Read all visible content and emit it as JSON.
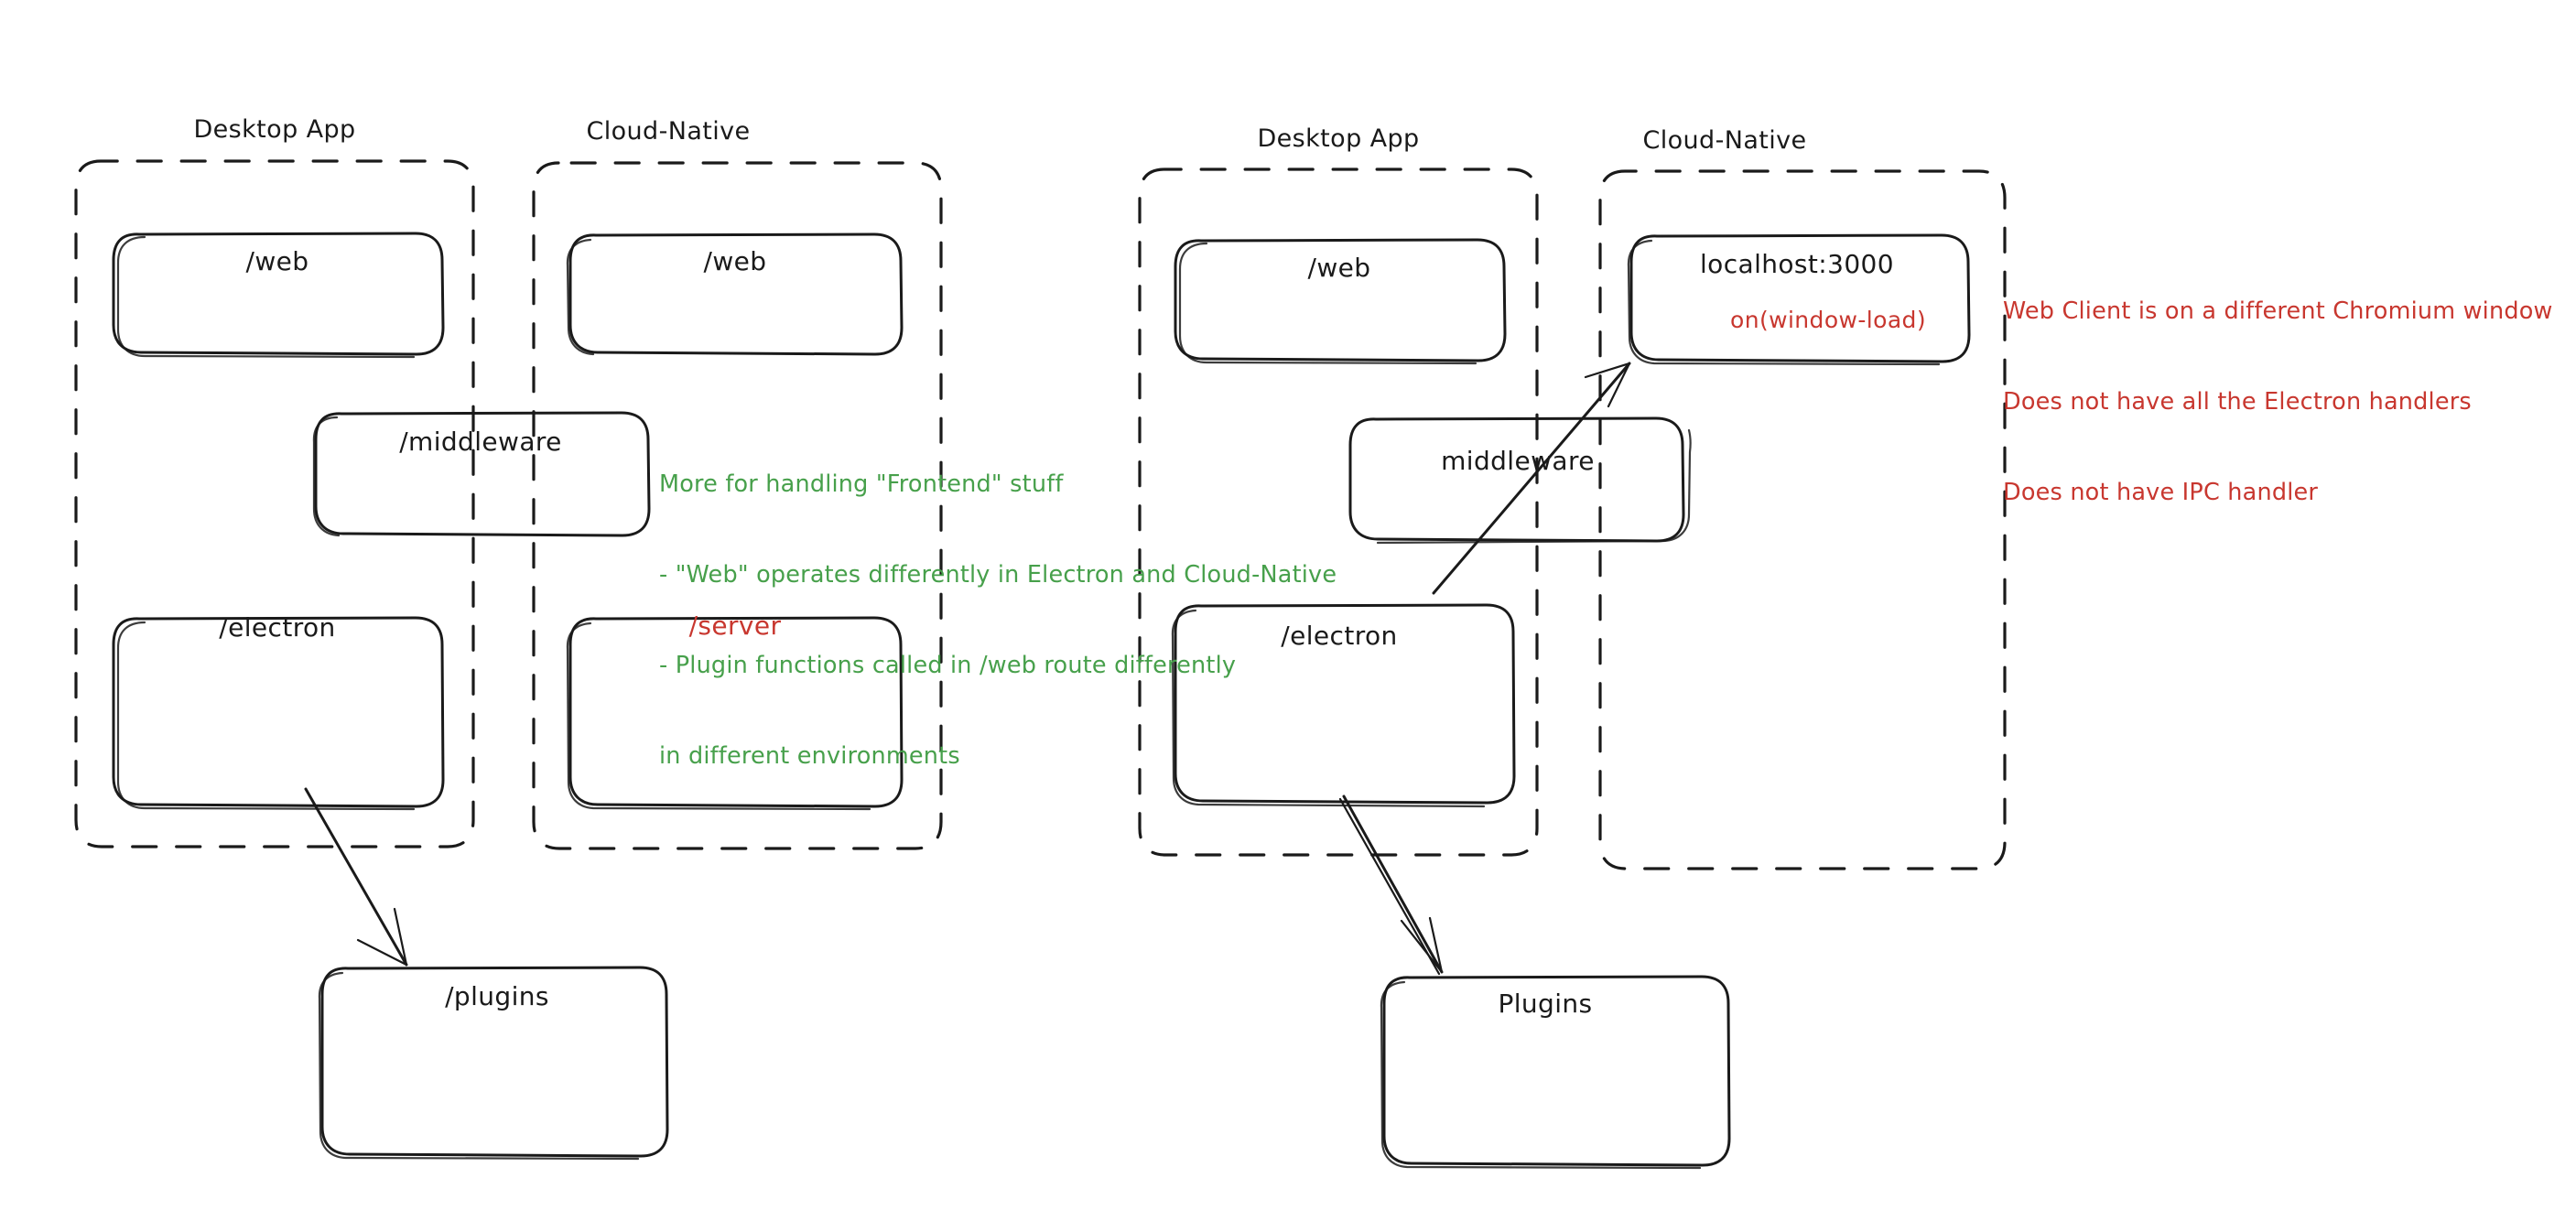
{
  "diagram": {
    "title_hint": "hand-drawn architecture comparison sketch",
    "colors": {
      "stroke": "#1a1a1a",
      "green": "#47a04b",
      "red": "#c8372f",
      "background": "#ffffff"
    },
    "panels": [
      {
        "id": "left-panel",
        "groups": [
          {
            "id": "left-desktop-app",
            "title": "Desktop App",
            "boxes": [
              {
                "id": "left-desktop-web",
                "label": "/web",
                "color": "black"
              },
              {
                "id": "left-desktop-electron",
                "label": "/electron",
                "color": "black"
              }
            ]
          },
          {
            "id": "left-cloud-native",
            "title": "Cloud-Native",
            "boxes": [
              {
                "id": "left-cloud-web",
                "label": "/web",
                "color": "black"
              },
              {
                "id": "left-cloud-server",
                "label": "/server",
                "color": "red"
              }
            ]
          }
        ],
        "straddling_boxes": [
          {
            "id": "left-middleware",
            "label": "/middleware",
            "color": "black"
          }
        ],
        "outside_boxes": [
          {
            "id": "left-plugins",
            "label": "/plugins",
            "color": "black"
          }
        ],
        "arrows": [
          {
            "id": "left-electron-to-plugins",
            "from": "/electron",
            "to": "/plugins"
          }
        ]
      },
      {
        "id": "right-panel",
        "groups": [
          {
            "id": "right-desktop-app",
            "title": "Desktop App",
            "boxes": [
              {
                "id": "right-desktop-web",
                "label": "/web",
                "color": "black"
              },
              {
                "id": "right-desktop-electron",
                "label": "/electron",
                "color": "black"
              }
            ]
          },
          {
            "id": "right-cloud-native",
            "title": "Cloud-Native",
            "boxes": [
              {
                "id": "right-localhost",
                "label": "localhost:3000",
                "sublabel": "on(window-load)",
                "color": "black",
                "sublabel_color": "red"
              }
            ]
          }
        ],
        "straddling_boxes": [
          {
            "id": "right-middleware",
            "label": "middleware",
            "color": "black"
          }
        ],
        "outside_boxes": [
          {
            "id": "right-plugins",
            "label": "Plugins",
            "color": "black"
          }
        ],
        "arrows": [
          {
            "id": "right-electron-to-plugins",
            "from": "/electron",
            "to": "Plugins"
          },
          {
            "id": "right-electron-to-localhost",
            "from": "/electron",
            "to": "localhost:3000"
          }
        ]
      }
    ],
    "annotations": [
      {
        "id": "green-note",
        "color": "green",
        "lines": [
          "More for handling \"Frontend\" stuff",
          "- \"Web\" operates differently in Electron and Cloud-Native",
          "- Plugin functions called in /web route differently",
          "in different environments"
        ]
      },
      {
        "id": "red-note",
        "color": "red",
        "lines": [
          "Web Client is on a different Chromium window",
          "Does not have all the Electron handlers",
          "Does not have IPC handler"
        ]
      }
    ]
  }
}
